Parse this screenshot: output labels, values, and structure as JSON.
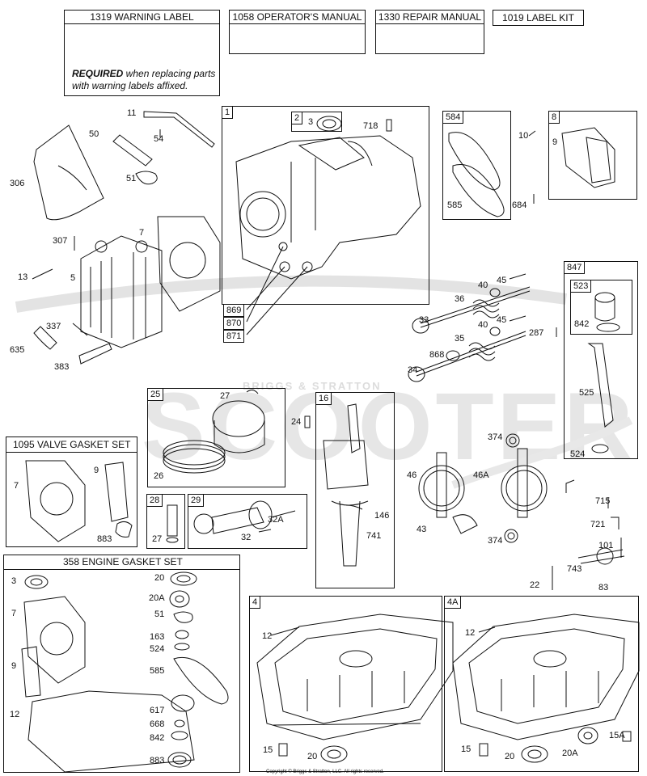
{
  "header": {
    "warning_label": "1319 WARNING LABEL",
    "operators_manual": "1058 OPERATOR'S MANUAL",
    "repair_manual": "1330 REPAIR MANUAL",
    "label_kit": "1019 LABEL KIT"
  },
  "warning_card": {
    "sticker_title": "WARNING",
    "required_bold": "REQUIRED",
    "required_rest": " when replacing parts",
    "required_line2": "with warning labels affixed."
  },
  "watermark": {
    "main": "SCOOTER",
    "sub": "BRIGGS & STRATTON"
  },
  "groups": {
    "g1": "1",
    "g2": "2",
    "g584": "584",
    "g8": "8",
    "g847": "847",
    "g523": "523",
    "g25": "25",
    "g16": "16",
    "g28": "28",
    "g29": "29",
    "g4": "4",
    "g4a": "4A",
    "g869": "869",
    "g870": "870",
    "g871": "871"
  },
  "kits": {
    "valve_gasket_set": "1095 VALVE GASKET SET",
    "engine_gasket_set": "358 ENGINE GASKET SET"
  },
  "labels": [
    {
      "id": "l11",
      "t": "11"
    },
    {
      "id": "l50",
      "t": "50"
    },
    {
      "id": "l54",
      "t": "54"
    },
    {
      "id": "l51",
      "t": "51"
    },
    {
      "id": "l306",
      "t": "306"
    },
    {
      "id": "l7",
      "t": "7"
    },
    {
      "id": "l307",
      "t": "307"
    },
    {
      "id": "l13",
      "t": "13"
    },
    {
      "id": "l5",
      "t": "5"
    },
    {
      "id": "l337",
      "t": "337"
    },
    {
      "id": "l635",
      "t": "635"
    },
    {
      "id": "l383",
      "t": "383"
    },
    {
      "id": "l3",
      "t": "3"
    },
    {
      "id": "l718",
      "t": "718"
    },
    {
      "id": "l10",
      "t": "10"
    },
    {
      "id": "l9",
      "t": "9"
    },
    {
      "id": "l585",
      "t": "585"
    },
    {
      "id": "l684",
      "t": "684"
    },
    {
      "id": "l45a",
      "t": "45"
    },
    {
      "id": "l40a",
      "t": "40"
    },
    {
      "id": "l36",
      "t": "36"
    },
    {
      "id": "l33",
      "t": "33"
    },
    {
      "id": "l45b",
      "t": "45"
    },
    {
      "id": "l40b",
      "t": "40"
    },
    {
      "id": "l287",
      "t": "287"
    },
    {
      "id": "l35",
      "t": "35"
    },
    {
      "id": "l868",
      "t": "868"
    },
    {
      "id": "l34",
      "t": "34"
    },
    {
      "id": "l842a",
      "t": "842"
    },
    {
      "id": "l525",
      "t": "525"
    },
    {
      "id": "l524a",
      "t": "524"
    },
    {
      "id": "l27a",
      "t": "27"
    },
    {
      "id": "l24",
      "t": "24"
    },
    {
      "id": "l26",
      "t": "26"
    },
    {
      "id": "l374a",
      "t": "374"
    },
    {
      "id": "l46",
      "t": "46"
    },
    {
      "id": "l46a",
      "t": "46A"
    },
    {
      "id": "l146",
      "t": "146"
    },
    {
      "id": "l741",
      "t": "741"
    },
    {
      "id": "l43",
      "t": "43"
    },
    {
      "id": "l374b",
      "t": "374"
    },
    {
      "id": "l715",
      "t": "715"
    },
    {
      "id": "l721",
      "t": "721"
    },
    {
      "id": "l101",
      "t": "101"
    },
    {
      "id": "l743",
      "t": "743"
    },
    {
      "id": "l22",
      "t": "22"
    },
    {
      "id": "l83",
      "t": "83"
    },
    {
      "id": "l27b",
      "t": "27"
    },
    {
      "id": "l32a",
      "t": "32A"
    },
    {
      "id": "l32",
      "t": "32"
    },
    {
      "id": "v7",
      "t": "7"
    },
    {
      "id": "v9",
      "t": "9"
    },
    {
      "id": "v883",
      "t": "883"
    },
    {
      "id": "e3",
      "t": "3"
    },
    {
      "id": "e20",
      "t": "20"
    },
    {
      "id": "e20a",
      "t": "20A"
    },
    {
      "id": "e7",
      "t": "7"
    },
    {
      "id": "e51",
      "t": "51"
    },
    {
      "id": "e163",
      "t": "163"
    },
    {
      "id": "e524",
      "t": "524"
    },
    {
      "id": "e9",
      "t": "9"
    },
    {
      "id": "e585",
      "t": "585"
    },
    {
      "id": "e12",
      "t": "12"
    },
    {
      "id": "e617",
      "t": "617"
    },
    {
      "id": "e668",
      "t": "668"
    },
    {
      "id": "e842",
      "t": "842"
    },
    {
      "id": "e883",
      "t": "883"
    },
    {
      "id": "s12a",
      "t": "12"
    },
    {
      "id": "s15a",
      "t": "15"
    },
    {
      "id": "s20a",
      "t": "20"
    },
    {
      "id": "s12b",
      "t": "12"
    },
    {
      "id": "s15b",
      "t": "15"
    },
    {
      "id": "s20b",
      "t": "20"
    },
    {
      "id": "s20ab",
      "t": "20A"
    },
    {
      "id": "s15ab",
      "t": "15A"
    }
  ],
  "footer": {
    "copyright": "Copyright © Briggs & Stratton, LLC. All rights reserved."
  }
}
